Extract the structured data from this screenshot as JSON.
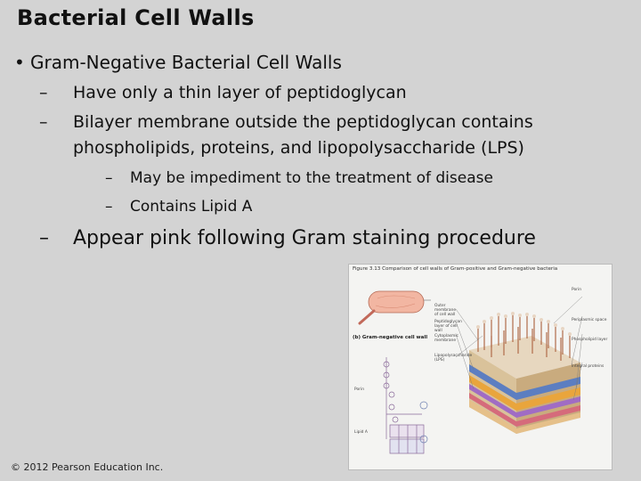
{
  "slide": {
    "title": "Bacterial Cell Walls",
    "bullet": "Gram-Negative Bacterial Cell Walls",
    "sub1": "Have only a thin layer of peptidoglycan",
    "sub2_line1": "Bilayer membrane outside the peptidoglycan contains",
    "sub2_line2": "phospholipids, proteins, and lipopolysaccharide (LPS)",
    "subsub1": "May be impediment to the treatment of disease",
    "subsub2": "Contains Lipid A",
    "sub3": "Appear pink following Gram staining procedure",
    "bullet_symbol": "•",
    "dash_symbol": "–"
  },
  "figure": {
    "title": "Figure 3.13 Comparison of cell walls of Gram-positive and Gram-negative bacteria",
    "panel_label": "(b) Gram-negative cell wall",
    "left_labels": {
      "outer_membrane": "Outer membrane of cell wall",
      "peptidoglycan": "Peptidoglycan layer of cell wall",
      "cytoplasmic_membrane": "Cytoplasmic membrane",
      "lps": "Lipopolysaccharide (LPS)",
      "porin": "Porin",
      "lipid_a": "Lipid A"
    },
    "right_labels": {
      "porin": "Porin",
      "periplasmic_space": "Periplasmic space",
      "phospholipid": "Phospholipid layer",
      "integral_proteins": "Integral proteins"
    }
  },
  "footer": {
    "copyright": "© 2012 Pearson Education Inc."
  }
}
